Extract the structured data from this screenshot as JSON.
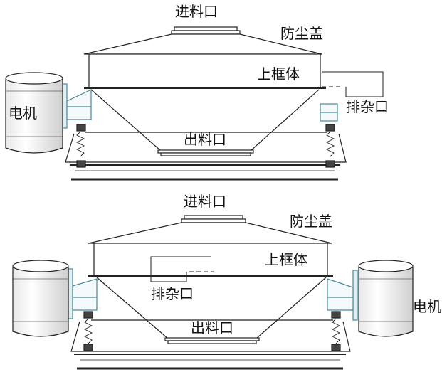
{
  "top_diagram": {
    "inlet": "进料口",
    "dust_cover": "防尘盖",
    "upper_frame": "上框体",
    "impurity_outlet": "排杂口",
    "motor": "电机",
    "outlet": "出料口"
  },
  "bottom_diagram": {
    "inlet": "进料口",
    "dust_cover": "防尘盖",
    "upper_frame": "上框体",
    "impurity_outlet": "排杂口",
    "motor": "电机",
    "outlet": "出料口"
  }
}
